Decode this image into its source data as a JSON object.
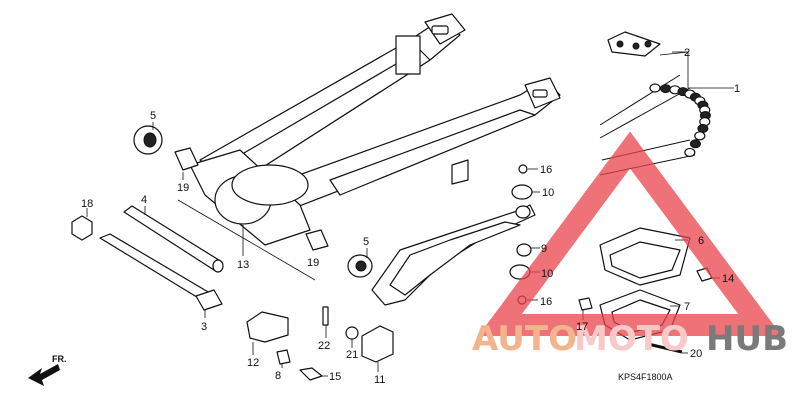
{
  "diagram": {
    "drawing_code": "KPS4F1800A",
    "front_marker": "FR.",
    "watermark": {
      "word_a": "AUTO",
      "word_b": "MOTO",
      "word_c": "HUB",
      "color_a": "#f2b48c",
      "color_b": "#f7c9c9",
      "color_c": "#7a7a7a",
      "triangle_color": "#e8434b"
    },
    "callouts": {
      "c1": "1",
      "c2": "2",
      "c3": "3",
      "c4": "4",
      "c5a": "5",
      "c5b": "5",
      "c6": "6",
      "c7": "7",
      "c8": "8",
      "c9": "9",
      "c10a": "10",
      "c10b": "10",
      "c11": "11",
      "c12": "12",
      "c13": "13",
      "c14": "14",
      "c15": "15",
      "c16a": "16",
      "c16b": "16",
      "c17": "17",
      "c18": "18",
      "c19a": "19",
      "c19b": "19",
      "c20": "20",
      "c21": "21",
      "c22": "22"
    }
  }
}
